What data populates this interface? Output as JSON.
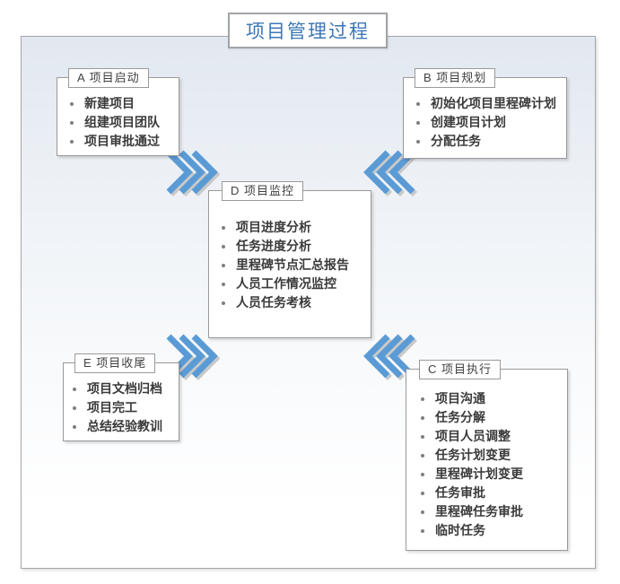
{
  "diagram": {
    "title": "项目管理过程",
    "title_color": "#3d77b6",
    "frame_border_color": "#a6a6a6",
    "arrow_color": "#5b9bd5",
    "boxes": [
      {
        "id": "A",
        "tab": "A  项目启动",
        "items": [
          "新建项目",
          "组建项目团队",
          "项目审批通过"
        ]
      },
      {
        "id": "B",
        "tab": "B  项目规划",
        "items": [
          "初始化项目里程碑计划",
          "创建项目计划",
          "分配任务"
        ]
      },
      {
        "id": "D",
        "tab": "D  项目监控",
        "items": [
          "项目进度分析",
          "任务进度分析",
          "里程碑节点汇总报告",
          "人员工作情况监控",
          "人员任务考核"
        ]
      },
      {
        "id": "E",
        "tab": "E  项目收尾",
        "items": [
          "项目文档归档",
          "项目完工",
          "总结经验教训"
        ]
      },
      {
        "id": "C",
        "tab": "C  项目执行",
        "items": [
          "项目沟通",
          "任务分解",
          "项目人员调整",
          "任务计划变更",
          "里程碑计划变更",
          "任务审批",
          "里程碑任务审批",
          "临时任务"
        ]
      }
    ],
    "arrows": [
      {
        "name": "arrow-a-to-d",
        "direction": "down-right"
      },
      {
        "name": "arrow-b-to-d",
        "direction": "down-left"
      },
      {
        "name": "arrow-e-to-d",
        "direction": "up-right"
      },
      {
        "name": "arrow-c-to-d",
        "direction": "up-left"
      }
    ]
  }
}
